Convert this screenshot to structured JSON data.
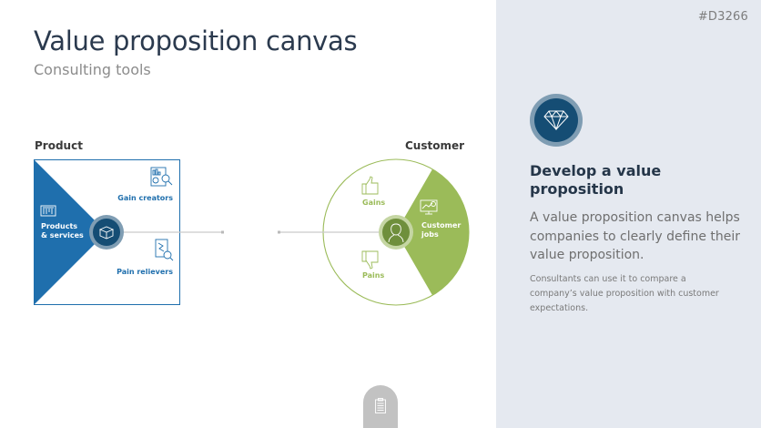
{
  "header": {
    "title": "Value proposition canvas",
    "subtitle": "Consulting tools",
    "code": "#D3266"
  },
  "colors": {
    "product_blue": "#1f6fad",
    "product_dark": "#154d74",
    "customer_green": "#9bbb59",
    "customer_dark": "#6f8f3c",
    "panel_bg": "#e5e9f0",
    "title_color": "#2b3a4e"
  },
  "product": {
    "label": "Product",
    "segments": [
      {
        "name": "products-and-services",
        "line1": "Products",
        "line2": "& services",
        "icon": "dashboard-icon"
      },
      {
        "name": "gain-creators",
        "label": "Gain creators",
        "icon": "analytics-magnifier-icon"
      },
      {
        "name": "pain-relievers",
        "label": "Pain relievers",
        "icon": "chart-magnifier-icon"
      }
    ],
    "center_icon": "box-icon"
  },
  "customer": {
    "label": "Customer",
    "segments": [
      {
        "name": "gains",
        "label": "Gains",
        "icon": "thumbs-up-icon"
      },
      {
        "name": "pains",
        "label": "Pains",
        "icon": "thumbs-down-icon"
      },
      {
        "name": "customer-jobs",
        "line1": "Customer",
        "line2": "jobs",
        "icon": "monitor-icon"
      }
    ],
    "center_icon": "person-icon"
  },
  "panel": {
    "icon": "diamond-icon",
    "heading": "Develop a value proposition",
    "lead": "A value proposition canvas helps companies to clearly define their value proposition.",
    "body": "Consultants can use it to compare a company’s value proposition with customer expectations."
  },
  "footer": {
    "tab_icon": "clipboard-icon"
  }
}
